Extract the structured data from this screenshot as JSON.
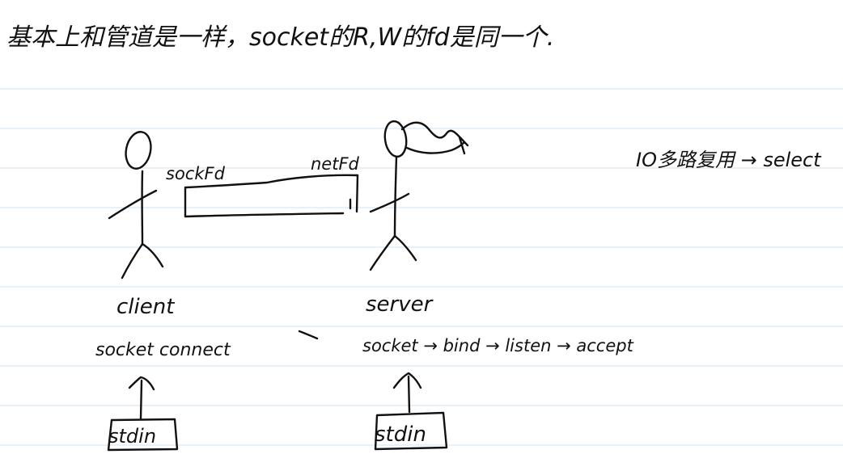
{
  "note": {
    "heading": "基本上和管道是一样，socket的R,W的fd是同一个.",
    "aside": "IO多路复用 → select"
  },
  "diagram": {
    "client": {
      "fd_label": "sockFd",
      "role_label": "client",
      "calls": "socket connect",
      "input_box": "stdin"
    },
    "server": {
      "fd_label": "netFd",
      "role_label": "server",
      "calls": "socket → bind → listen → accept",
      "input_box": "stdin"
    }
  }
}
